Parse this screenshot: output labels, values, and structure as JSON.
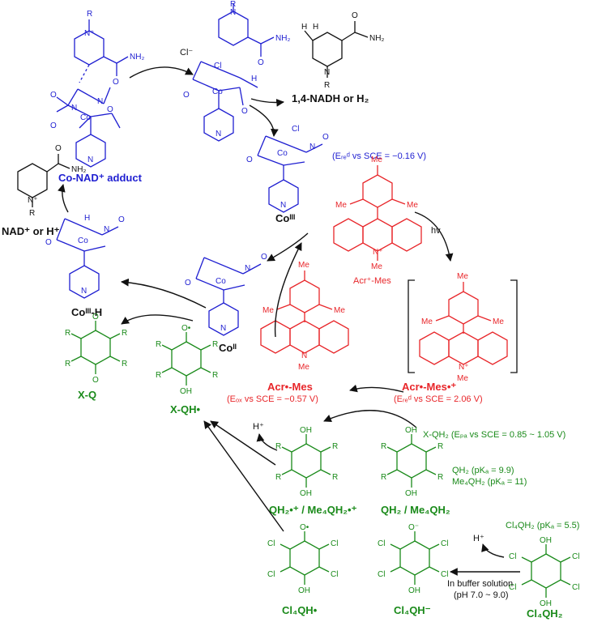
{
  "labels": {
    "co_nad_adduct": "Co-NAD⁺ adduct",
    "nadh_or_h2": "1,4-NADH or H₂",
    "cl_minus": "Cl⁻",
    "nad_or_h": "NAD⁺ or H⁺",
    "co_iii": "Coᴵᴵᴵ",
    "co_iii_h": "Coᴵᴵᴵ-H",
    "co_ii": "Coᴵᴵ",
    "co_iii_ered": "(Eᵣₑᵈ vs SCE =  −0.16 V)",
    "acr_mes": "Acr⁺-Mes",
    "hv": "hv",
    "acr_radical_mes": "Acr•-Mes",
    "acr_eox": "(Eₒₓ vs SCE = −0.57 V)",
    "acr_mes_radcat": "Acr•-Mes•⁺",
    "acr_ered": "(Eᵣₑᵈ vs SCE = 2.06 V)",
    "xq": "X-Q",
    "xqh": "X-QH•",
    "xqh2_info": "X-QH₂ (Eₚₐ vs SCE = 0.85 ~ 1.05 V)",
    "qh2_pka": "QH₂ (pKₐ = 9.9)",
    "me4qh2_pka": "Me₄QH₂ (pKₐ = 11)",
    "radcat_label": "QH₂•⁺ / Me₄QH₂•⁺",
    "qh2_label": "QH₂ / Me₄QH₂",
    "h_plus_1": "H⁺",
    "h_plus_2": "H⁺",
    "cl4qh2_pka": "Cl₄QH₂ (pKₐ = 5.5)",
    "cl4qh_rad": "Cl₄QH•",
    "cl4qh_anion": "Cl₄QH⁻",
    "cl4qh2": "Cl₄QH₂",
    "buffer1": "In buffer solution",
    "buffer2": "(pH 7.0 ~ 9.0)"
  },
  "atoms": {
    "R": "R",
    "N": "N",
    "O": "O",
    "Co": "Co",
    "Cl": "Cl",
    "OH": "OH",
    "H": "H",
    "NH2": "NH₂",
    "Me": "Me",
    "Nplus": "N⁺",
    "Ominus": "O⁻",
    "Orad": "O•"
  },
  "colors": {
    "cobalt": "#1f1fd1",
    "acridinium": "#e8262a",
    "quinone": "#1a8a1a",
    "reagent": "#111111"
  }
}
